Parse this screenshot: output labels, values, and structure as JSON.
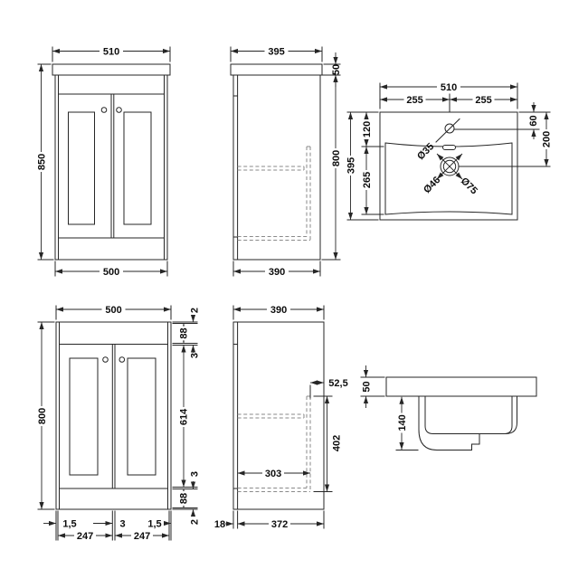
{
  "drawing": {
    "title_hint": "vanity unit with basin technical dimensions",
    "front_top": {
      "width_top": "510",
      "height": "850",
      "width_bottom": "500"
    },
    "side_top": {
      "depth_top": "395",
      "worktop_height": "50",
      "cabinet_height": "800",
      "depth_bottom": "390"
    },
    "basin_plan": {
      "width": "510",
      "half_left": "255",
      "half_right": "255",
      "deck_depth": "120",
      "bowl_depth": "265",
      "total_depth": "395",
      "tap_offset": "60",
      "drain_offset": "200",
      "tap_hole_dia": "Ø35",
      "drain_dia": "Ø46",
      "drain_flange_dia": "Ø75"
    },
    "front_bottom": {
      "width": "500",
      "height": "800",
      "side": [
        "2",
        "88",
        "3",
        "614",
        "3",
        "88",
        "2"
      ],
      "bottom_gaps": [
        "1,5",
        "3",
        "1,5"
      ],
      "door_widths": [
        "247",
        "247"
      ]
    },
    "side_bottom": {
      "depth": "390",
      "back_recess": "52,5",
      "back_panel_height": "402",
      "internal_depth": "303",
      "door_thickness": "18",
      "carcass_depth": "372"
    },
    "basin_side": {
      "rim_height": "50",
      "bowl_depth": "140"
    }
  }
}
